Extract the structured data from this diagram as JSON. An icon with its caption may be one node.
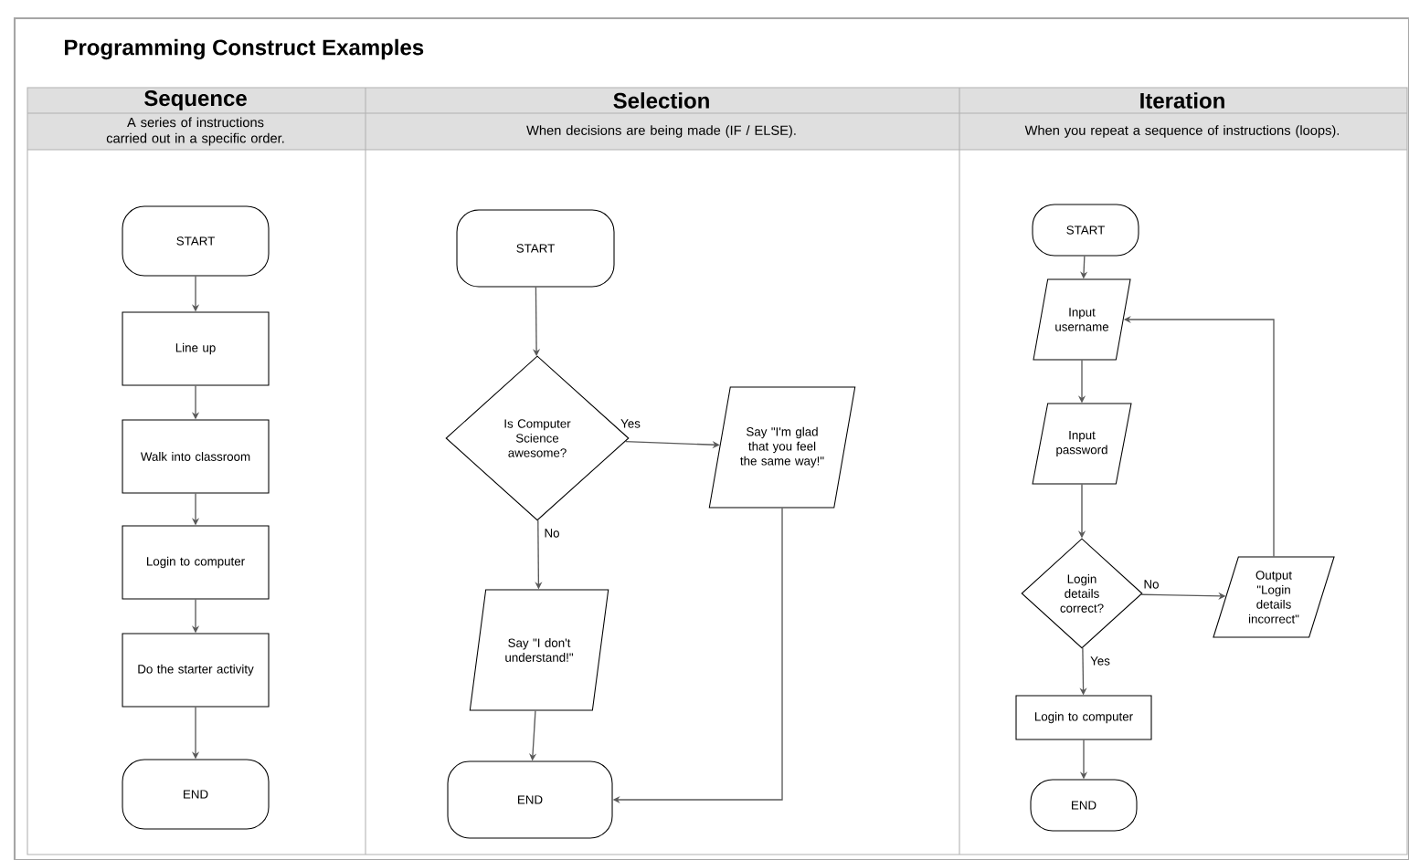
{
  "diagram": {
    "title": "Programming Construct Examples",
    "nodes": [
      {
        "text": [
          "START"
        ]
      },
      {
        "text": [
          "Line up"
        ]
      },
      {
        "text": [
          "Walk into classroom"
        ]
      },
      {
        "text": [
          "Login to computer"
        ]
      },
      {
        "text": [
          "Do the starter activity"
        ]
      },
      {
        "text": [
          "END"
        ]
      },
      {
        "text": [
          "START"
        ]
      },
      {
        "text": [
          "Is Computer Science awesome?"
        ]
      },
      {
        "text": [
          "Say \"I'm glad that you feel the same way!\""
        ]
      },
      {
        "text": [
          "Say \"I don't understand!\""
        ]
      },
      {
        "text": [
          "END"
        ]
      },
      {
        "text": [
          "START"
        ]
      },
      {
        "text": [
          "Input username"
        ]
      },
      {
        "text": [
          "Input password"
        ]
      },
      {
        "text": [
          "Login details correct?"
        ]
      },
      {
        "text": [
          "Output \"Login details incorrect\""
        ]
      },
      {
        "text": [
          "Login to computer"
        ]
      },
      {
        "text": [
          "END"
        ]
      }
    ],
    "edges": [
      {
        "from": 0,
        "to": 1,
        "arrow": "to"
      },
      {
        "from": 1,
        "to": 2,
        "arrow": "to"
      },
      {
        "from": 2,
        "to": 3,
        "arrow": "to"
      },
      {
        "from": 3,
        "to": 4,
        "arrow": "to"
      },
      {
        "from": 4,
        "to": 5,
        "arrow": "to"
      },
      {
        "from": 6,
        "to": 7,
        "arrow": "to"
      },
      {
        "from": 7,
        "to": 8,
        "arrow": "to",
        "label": "Yes"
      },
      {
        "from": 7,
        "to": 9,
        "arrow": "to",
        "label": "No"
      },
      {
        "from": 9,
        "to": 10,
        "arrow": "to"
      },
      {
        "from": 8,
        "to": 10,
        "arrow": "to"
      },
      {
        "from": 11,
        "to": 12,
        "arrow": "to"
      },
      {
        "from": 12,
        "to": 13,
        "arrow": "to"
      },
      {
        "from": 13,
        "to": 14,
        "arrow": "to"
      },
      {
        "from": 14,
        "to": 15,
        "arrow": "to",
        "label": "No"
      },
      {
        "from": 14,
        "to": 16,
        "arrow": "to",
        "label": "Yes"
      },
      {
        "from": 15,
        "to": 12,
        "arrow": "to"
      },
      {
        "from": 16,
        "to": 17,
        "arrow": "to"
      }
    ],
    "labels": [
      "Sequence",
      "Selection",
      "Iteration",
      "A series of instructions carried out in a specific order.",
      "When decisions are being made (IF / ELSE).",
      "When you repeat a sequence of instructions (loops)."
    ]
  }
}
